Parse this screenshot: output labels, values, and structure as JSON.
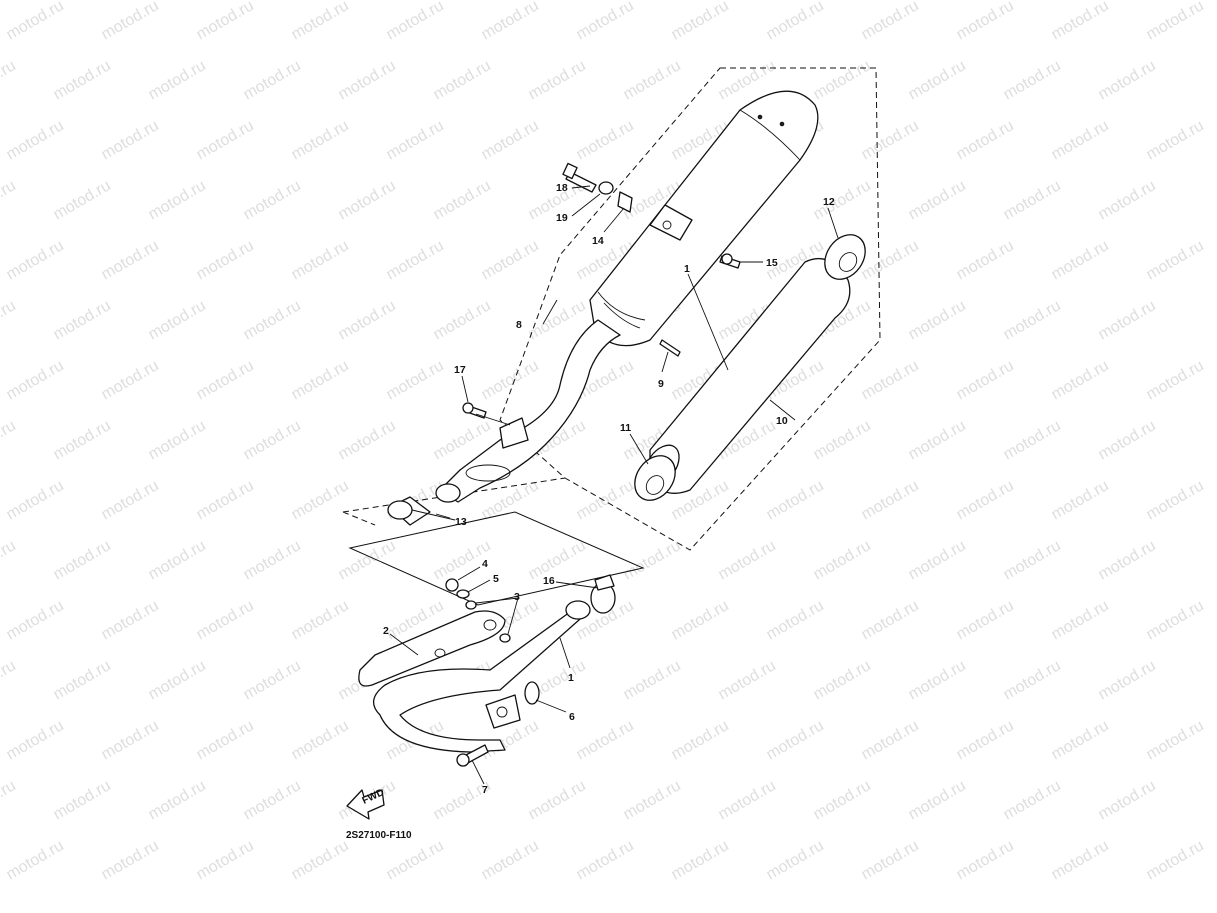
{
  "watermark": "motod.ru",
  "diagram_code": "2S27100-F110",
  "fwd_label": "FWD",
  "callouts": [
    {
      "id": "c1a",
      "text": "1"
    },
    {
      "id": "c1b",
      "text": "1"
    },
    {
      "id": "c2",
      "text": "2"
    },
    {
      "id": "c3",
      "text": "3"
    },
    {
      "id": "c4",
      "text": "4"
    },
    {
      "id": "c5",
      "text": "5"
    },
    {
      "id": "c6",
      "text": "6"
    },
    {
      "id": "c7",
      "text": "7"
    },
    {
      "id": "c8",
      "text": "8"
    },
    {
      "id": "c9",
      "text": "9"
    },
    {
      "id": "c10",
      "text": "10"
    },
    {
      "id": "c11",
      "text": "11"
    },
    {
      "id": "c12",
      "text": "12"
    },
    {
      "id": "c13",
      "text": "13"
    },
    {
      "id": "c14",
      "text": "14"
    },
    {
      "id": "c15",
      "text": "15"
    },
    {
      "id": "c16",
      "text": "16"
    },
    {
      "id": "c17",
      "text": "17"
    },
    {
      "id": "c18",
      "text": "18"
    },
    {
      "id": "c19",
      "text": "19"
    }
  ]
}
